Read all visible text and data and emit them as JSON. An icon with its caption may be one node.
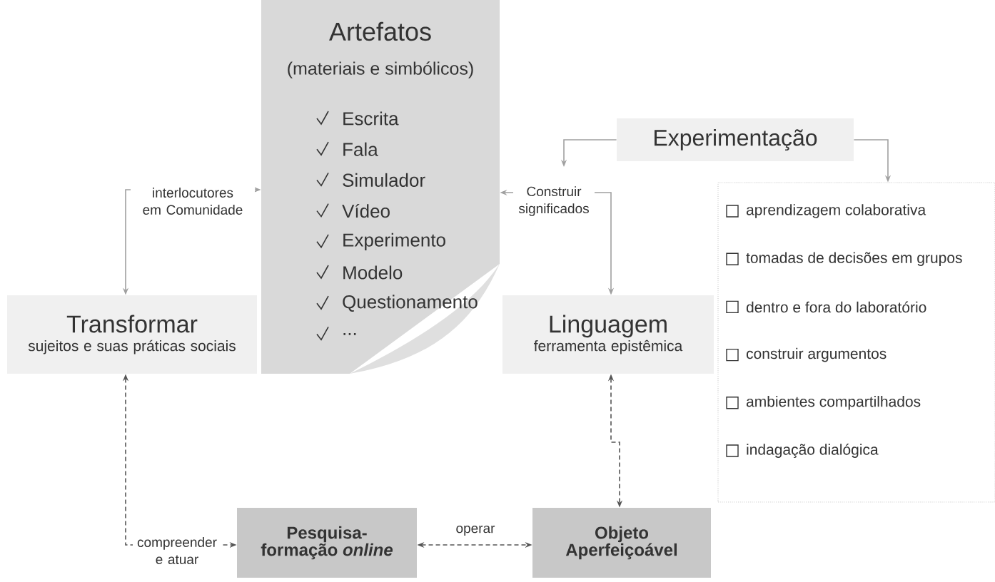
{
  "diagram": {
    "nodes": [
      {
        "text": [
          "Artefatos",
          "(materiais e simbólicos)",
          "Escrita",
          "Fala",
          "Simulador",
          "Vídeo",
          "Experimento",
          "Modelo",
          "Questionamento",
          "..."
        ]
      },
      {
        "text": [
          "Transformar",
          "sujeitos e suas práticas sociais"
        ]
      },
      {
        "text": [
          "Linguagem",
          "ferramenta epistêmica"
        ]
      },
      {
        "text": [
          "Experimentação"
        ]
      },
      {
        "text": [
          "aprendizagem colaborativa",
          "tomadas de decisões em grupos",
          "dentro e fora do laboratório",
          "construir argumentos",
          "ambientes compartilhados",
          "indagação dialógica"
        ]
      },
      {
        "text": [
          "Pesquisa-formação *online*"
        ]
      },
      {
        "text": [
          "Objeto Aperfeiçoável"
        ]
      }
    ],
    "edges": [
      {
        "from": 1,
        "to": 0,
        "arrow": "both",
        "label": "interlocutores em Comunidade"
      },
      {
        "from": 2,
        "to": 0,
        "arrow": "both",
        "label": "Construir significados"
      },
      {
        "from": 3,
        "to": null,
        "arrow": "to"
      },
      {
        "from": 3,
        "to": 4,
        "arrow": "to"
      },
      {
        "from": 1,
        "to": 5,
        "arrow": "both",
        "label": "compreender e atuar",
        "style": "dashed",
        "color": "#555555"
      },
      {
        "from": 5,
        "to": 6,
        "arrow": "both",
        "label": "operar",
        "style": "dashed",
        "color": "#555555"
      },
      {
        "from": 2,
        "to": 6,
        "arrow": "both",
        "style": "dashed",
        "color": "#555555"
      }
    ]
  }
}
